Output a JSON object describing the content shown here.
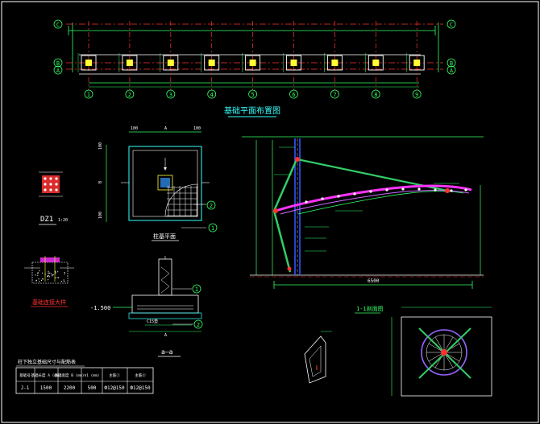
{
  "colors": {
    "background": "#000000",
    "frame": "#ffffff",
    "grid_axis": "#ff3333",
    "dimension": "#33ff66",
    "title": "#33ffff",
    "text": "#ffffff",
    "steel": "#ff33ff",
    "column": "#3355ff",
    "footing": "#ffff33"
  },
  "plan": {
    "title": "基础平面布置图",
    "row_axes": [
      "C",
      "B",
      "A"
    ],
    "column_axes": [
      "1",
      "2",
      "3",
      "4",
      "5",
      "6",
      "7",
      "8",
      "9"
    ]
  },
  "footing_plan": {
    "title": "柱基平面",
    "dim_top": [
      "100",
      "A",
      "100"
    ],
    "dim_left": [
      "100",
      "B",
      "100"
    ],
    "callouts": [
      "2",
      "1"
    ]
  },
  "column_detail": {
    "label": "DZ1",
    "scale": "1:20"
  },
  "anchor_detail": {
    "label": "基础连接大样"
  },
  "section": {
    "title": "a—a",
    "elevation": "-1.500",
    "concrete": "C15垫",
    "dim_bottom": "A",
    "callouts": [
      "1",
      "2"
    ]
  },
  "elevation_view": {
    "dim_total": "6500"
  },
  "node_detail": {
    "title": "1-1剖面图"
  },
  "table": {
    "title": "柱下独立基础尺寸与配筋表",
    "headers": [
      "基础号",
      "基础长度 A (mm)",
      "基础宽度 B (mm)",
      "h1 (mm)",
      "主筋①",
      "主筋②"
    ],
    "rows": [
      [
        "J-1",
        "1500",
        "2200",
        "500",
        "Ф12@150",
        "Ф12@150"
      ]
    ]
  }
}
